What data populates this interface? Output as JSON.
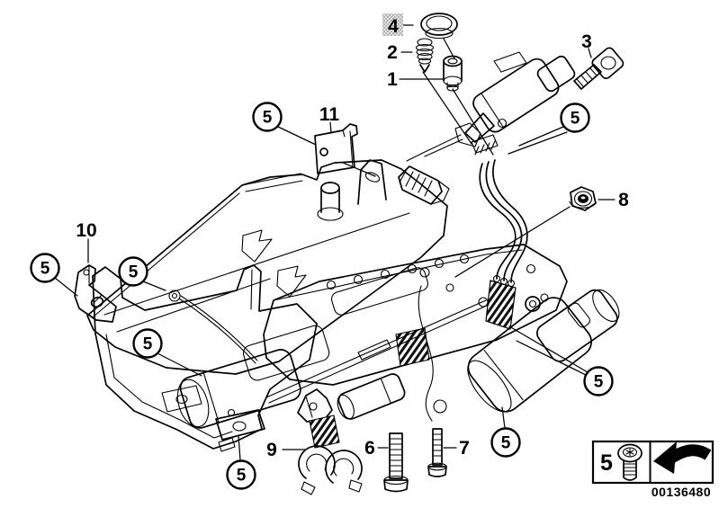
{
  "diagram": {
    "doc_number": "00136480",
    "screw_position_callout": "5",
    "part_labels": {
      "1": "1",
      "2": "2",
      "3": "3",
      "4": "4",
      "6": "6",
      "7": "7",
      "8": "8",
      "9": "9",
      "10": "10",
      "11": "11"
    },
    "legend": {
      "screw_label": "5",
      "screw_icon": "torx-pan-head-screw-icon",
      "arrow_icon": "installation-direction-arrow-icon"
    },
    "colors": {
      "line": "#000000",
      "background": "#ffffff",
      "highlight_square": "#c9c9c9"
    }
  }
}
